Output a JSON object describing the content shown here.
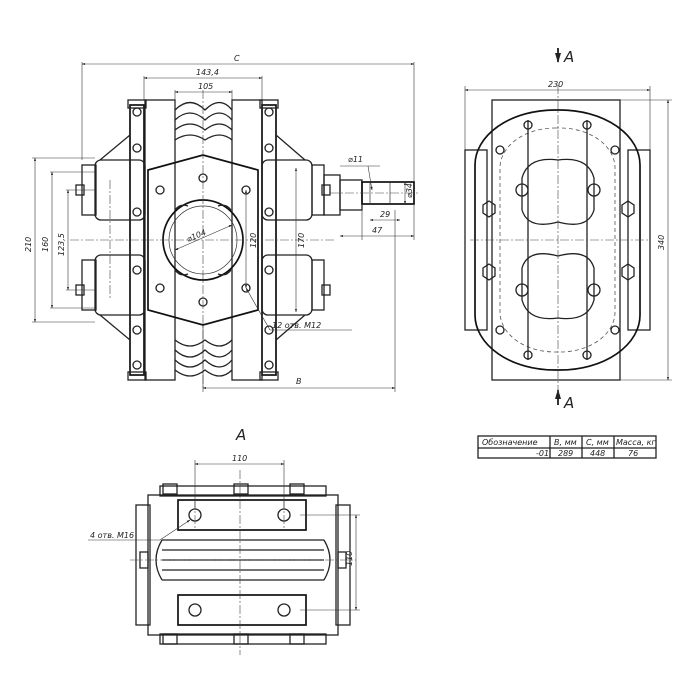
{
  "front_view": {
    "dim_c": "C",
    "dim_143": "143,4",
    "dim_105": "105",
    "dim_210": "210",
    "dim_160": "160",
    "dim_1235": "123,5",
    "dim_104": "⌀104",
    "dim_120": "120",
    "dim_170": "170",
    "dim_11": "⌀11",
    "dim_34": "⌀34",
    "dim_29": "29",
    "dim_47": "47",
    "dim_b": "B",
    "holes_note": "12 отв. М12"
  },
  "side_view": {
    "section_mark": "A",
    "dim_230": "230",
    "dim_340": "340"
  },
  "bottom_view": {
    "title": "A",
    "dim_110_top": "110",
    "dim_110_side": "110",
    "holes_note": "4 отв. М16"
  },
  "table": {
    "headers": [
      "Обозначение",
      "B, мм",
      "C, мм",
      "Масса, кг"
    ],
    "row": [
      "-01",
      "289",
      "448",
      "76"
    ]
  }
}
